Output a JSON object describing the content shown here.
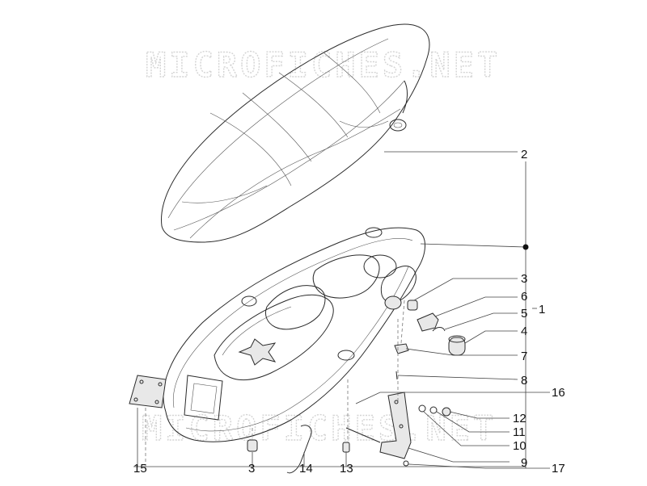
{
  "watermark": {
    "top": "MICROFICHES.NET",
    "bottom": "MICROFICHES.NET"
  },
  "callouts": [
    {
      "id": "c2",
      "text": "2"
    },
    {
      "id": "c3a",
      "text": "3"
    },
    {
      "id": "c6",
      "text": "6"
    },
    {
      "id": "c5",
      "text": "5"
    },
    {
      "id": "c1",
      "text": "1"
    },
    {
      "id": "c4",
      "text": "4"
    },
    {
      "id": "c7",
      "text": "7"
    },
    {
      "id": "c8",
      "text": "8"
    },
    {
      "id": "c16",
      "text": "16"
    },
    {
      "id": "c12",
      "text": "12"
    },
    {
      "id": "c11",
      "text": "11"
    },
    {
      "id": "c10",
      "text": "10"
    },
    {
      "id": "c9",
      "text": "9"
    },
    {
      "id": "c17",
      "text": "17"
    },
    {
      "id": "c15",
      "text": "15"
    },
    {
      "id": "c3b",
      "text": "3"
    },
    {
      "id": "c14",
      "text": "14"
    },
    {
      "id": "c13",
      "text": "13"
    }
  ]
}
